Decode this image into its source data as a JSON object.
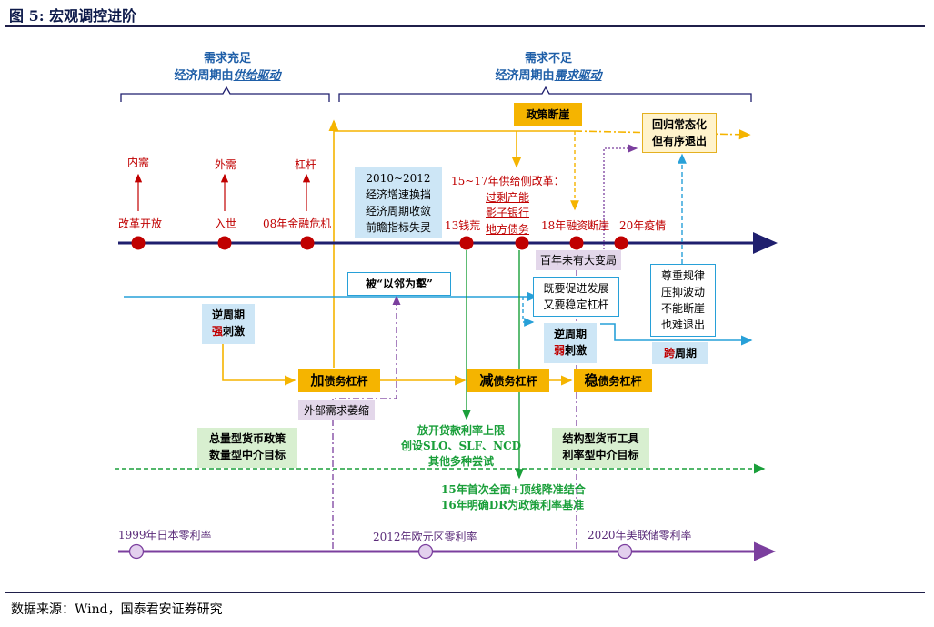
{
  "figure": {
    "title": "图 5:  宏观调控进阶",
    "source": "数据来源：Wind，国泰君安证券研究"
  },
  "phases": {
    "left": {
      "line1": "需求充足",
      "line2_prefix": "经济周期由",
      "line2_em": "供给驱动"
    },
    "right": {
      "line1": "需求不足",
      "line2_prefix": "经济周期由",
      "line2_em": "需求驱动"
    }
  },
  "drivers": [
    "内需",
    "外需",
    "杠杆"
  ],
  "timeline_events": [
    {
      "label": "改革开放"
    },
    {
      "label": "入世"
    },
    {
      "label": "08年金融危机"
    },
    {
      "label": "13钱荒"
    },
    {
      "label": "18年融资断崖"
    },
    {
      "label": "20年疫情"
    }
  ],
  "box_2010": {
    "line1": "2010~2012",
    "line2": "经济增速换挡",
    "line3": "经济周期收敛",
    "line4": "前瞻指标失灵"
  },
  "supply_reform": {
    "title": "15~17年供给侧改革：",
    "items": [
      "过剩产能",
      "影子银行",
      "地方债务"
    ]
  },
  "policy_cliff": "政策断崖",
  "return_normal": {
    "line1": "回归常态化",
    "line2": "但有序退出"
  },
  "great_change": "百年未有大变局",
  "neighbor": "被“以邻为壑”",
  "stabilize": {
    "line1": "既要促进发展",
    "line2": "又要稳定杠杆"
  },
  "regulate": {
    "line1": "尊重规律",
    "line2": "压抑波动",
    "line3": "不能断崖",
    "line4": "也难退出"
  },
  "countercyclical_strong": {
    "line1": "逆周期",
    "em": "强",
    "rest": "刺激"
  },
  "countercyclical_weak": {
    "line1": "逆周期",
    "em": "弱",
    "rest": "刺激"
  },
  "cross_cycle": {
    "em": "跨",
    "rest": "周期"
  },
  "leverage": [
    {
      "big": "加",
      "rest": "债务杠杆"
    },
    {
      "big": "减",
      "rest": "债务杠杆"
    },
    {
      "big": "稳",
      "rest": "债务杠杆"
    }
  ],
  "external_shrink": "外部需求萎缩",
  "monetary_total": {
    "line1": "总量型货币政策",
    "line2": "数量型中介目标"
  },
  "monetary_struct": {
    "line1": "结构型货币工具",
    "line2": "利率型中介目标"
  },
  "rate_reform": {
    "line1": "放开贷款利率上限",
    "line2": "创设SLO、SLF、NCD",
    "line3": "其他多种尝试"
  },
  "rrr_note": {
    "line1": "15年首次全面+顶线降准结合",
    "line2": "16年明确DR为政策利率基准"
  },
  "zero_rates": [
    {
      "label": "1999年日本零利率"
    },
    {
      "label": "2012年欧元区零利率"
    },
    {
      "label": "2020年美联储零利率"
    }
  ],
  "colors": {
    "brand": "#1f5fa8",
    "timeline": "#1f1f6e",
    "event_dot": "#c00000",
    "orange": "#f5b400",
    "green": "#1a9f3a",
    "sky": "#27a0d8",
    "purple": "#7b3f9e"
  }
}
